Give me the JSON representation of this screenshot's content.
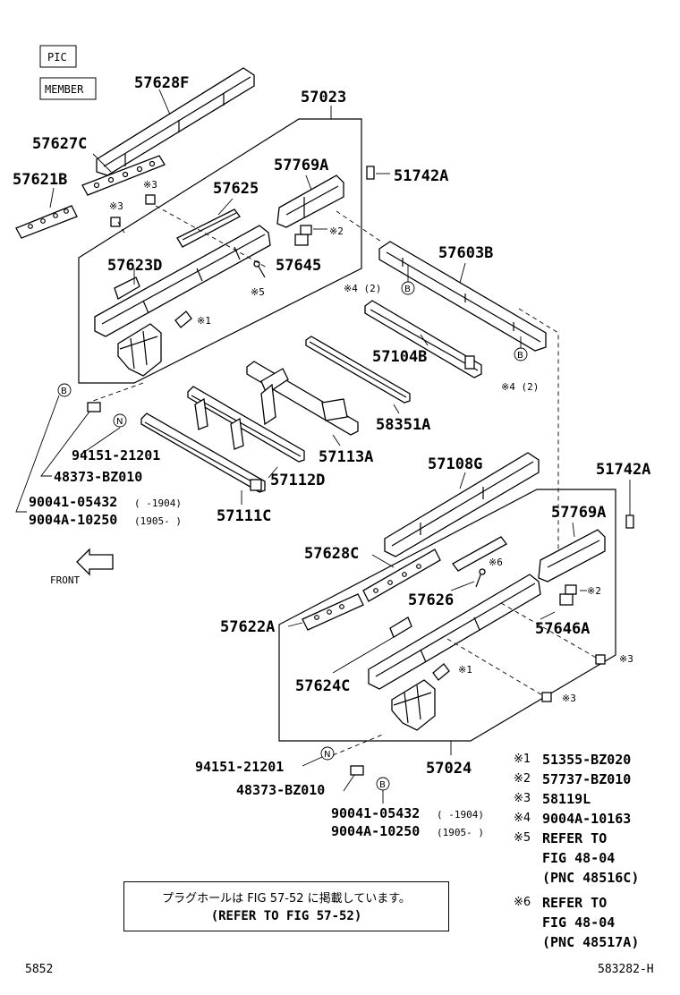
{
  "tags": {
    "pic": "PIC",
    "member": "MEMBER"
  },
  "labels": {
    "p57628F": "57628F",
    "p57023": "57023",
    "p57627C": "57627C",
    "p57621B": "57621B",
    "p57769A_top": "57769A",
    "p51742A_top": "51742A",
    "p57625": "57625",
    "mark3_a": "※3",
    "mark3_b": "※3",
    "mark2_top": "※2",
    "p57623D": "57623D",
    "p57645": "57645",
    "mark5": "※5",
    "p57603B": "57603B",
    "mark4_top": "※4 (2)",
    "mark1_top": "※1",
    "p57104B": "57104B",
    "mark4_bot": "※4 (2)",
    "p58351A": "58351A",
    "p94151_top": "94151-21201",
    "p57113A": "57113A",
    "p48373_top": "48373-BZ010",
    "p57112D": "57112D",
    "p57108G": "57108G",
    "p51742A_bot": "51742A",
    "p90041_top": "90041-05432",
    "p90041_top_range": "(      -1904)",
    "p9004A_top": "9004A-10250",
    "p9004A_top_range": "(1905-     )",
    "p57111C": "57111C",
    "p57769A_bot": "57769A",
    "front": "FRONT",
    "p57628C": "57628C",
    "mark6": "※6",
    "p57626": "57626",
    "mark2_bot": "※2",
    "p57622A": "57622A",
    "p57646A": "57646A",
    "mark3_c": "※3",
    "mark1_bot": "※1",
    "p57624C": "57624C",
    "mark3_d": "※3",
    "p94151_bot": "94151-21201",
    "p57024": "57024",
    "p48373_bot": "48373-BZ010",
    "p90041_bot": "90041-05432",
    "p90041_bot_range": "(      -1904)",
    "p9004A_bot": "9004A-10250",
    "p9004A_bot_range": "(1905-     )"
  },
  "callouts": {
    "B": "B",
    "N": "N"
  },
  "legend": [
    {
      "key": "※1",
      "value": "51355-BZ020"
    },
    {
      "key": "※2",
      "value": "57737-BZ010"
    },
    {
      "key": "※3",
      "value": "58119L"
    },
    {
      "key": "※4",
      "value": "9004A-10163"
    },
    {
      "key": "※5",
      "value": "REFER TO"
    },
    {
      "key": "",
      "value": "FIG 48-04"
    },
    {
      "key": "",
      "value": "(PNC 48516C)"
    },
    {
      "key": "※6",
      "value": "REFER TO"
    },
    {
      "key": "",
      "value": "FIG 48-04"
    },
    {
      "key": "",
      "value": "(PNC 48517A)"
    }
  ],
  "note": {
    "line1": "プラグホールは FIG 57-52 に掲載しています。",
    "line2": "(REFER TO FIG 57-52)"
  },
  "footer": {
    "left": "5852",
    "right": "583282-H"
  }
}
